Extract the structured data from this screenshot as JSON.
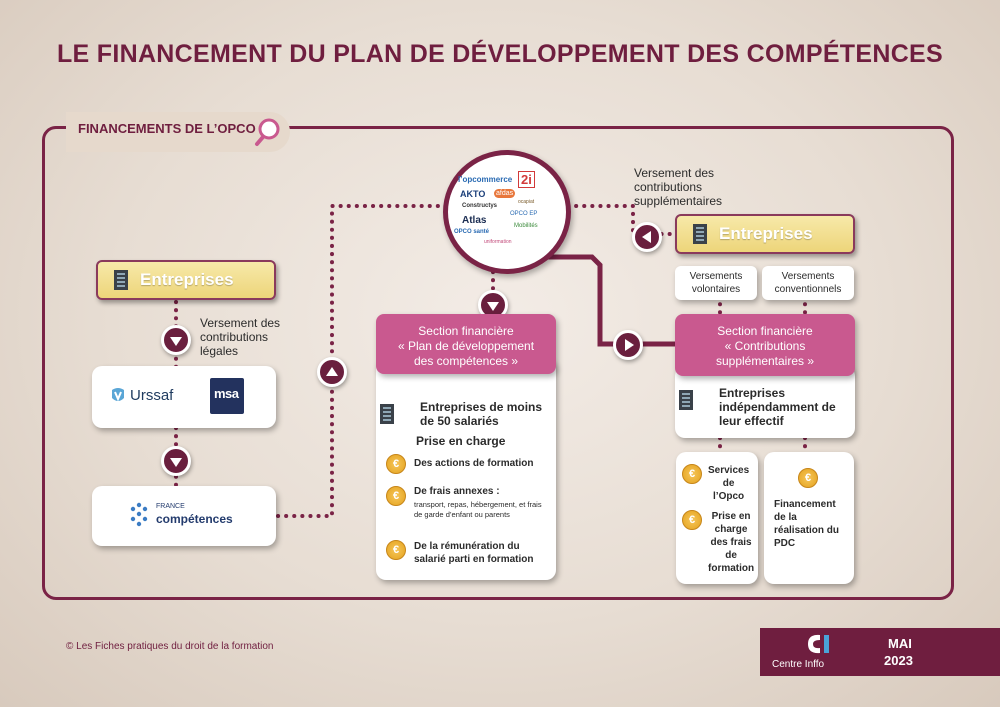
{
  "title": "LE FINANCEMENT DU PLAN DE DÉVELOPPEMENT DES COMPÉTENCES",
  "opco_section": {
    "label": "FINANCEMENTS DE L’OPCO"
  },
  "left": {
    "entreprises": "Entreprises",
    "versement_legal": [
      "Versement des",
      "contributions",
      "légales"
    ],
    "urssaf": "Urssaf",
    "msa": "msa",
    "france_competences": [
      "FRANCE",
      "compétences"
    ]
  },
  "opco_logos": [
    "l’opcommerce",
    "AKTO",
    "2i",
    "afdas",
    "Constructys",
    "uniformation",
    "Atlas",
    "OPCO EP",
    "OPCO santé",
    "Mobilités",
    "ocapiat"
  ],
  "right_top": {
    "versement_sup": [
      "Versement des",
      "contributions",
      "supplémentaires"
    ],
    "entreprises": "Entreprises",
    "volontaires": [
      "Versements",
      "volontaires"
    ],
    "conventionnels": [
      "Versements",
      "conventionnels"
    ]
  },
  "section_pdc": {
    "header": [
      "Section financière",
      "« Plan de développement",
      "des compétences »"
    ],
    "entreprises": [
      "Entreprises de moins",
      "de 50 salariés"
    ],
    "prise_en_charge": "Prise en charge",
    "items": [
      {
        "title": "Des actions de formation",
        "detail": ""
      },
      {
        "title": "De frais annexes :",
        "detail": "transport, repas, hébergement, et frais de garde d’enfant ou parents"
      },
      {
        "title": "De la rémunération du salarié parti en formation",
        "detail": ""
      }
    ]
  },
  "section_sup": {
    "header": [
      "Section financière",
      "« Contributions",
      "supplémentaires »"
    ],
    "entreprises": [
      "Entreprises",
      "indépendamment de",
      "leur effectif"
    ],
    "left_items": [
      [
        "Services",
        "de",
        "l’Opco"
      ],
      [
        "Prise en",
        "charge",
        "des frais",
        "de",
        "formation"
      ]
    ],
    "right_item": [
      "Financement",
      "de la",
      "réalisation du",
      "PDC"
    ]
  },
  "coin_symbol": "€",
  "footer": {
    "copyright": "© Les Fiches pratiques du droit de la formation",
    "brand": "Centre Inffo",
    "month": "MAI",
    "year": "2023"
  },
  "colors": {
    "primary": "#6f1e3f",
    "pink": "#c9598f",
    "yellow": "#edd57a"
  }
}
